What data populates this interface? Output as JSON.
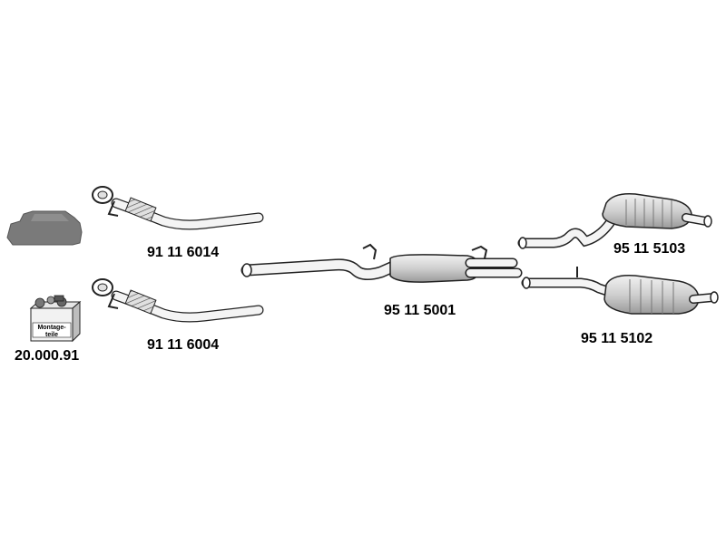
{
  "parts": [
    {
      "id": "front-pipe-upper",
      "number": "91 11 6014"
    },
    {
      "id": "front-pipe-lower",
      "number": "91 11 6004"
    },
    {
      "id": "middle-silencer",
      "number": "95 11 5001"
    },
    {
      "id": "rear-silencer-upper",
      "number": "95 11 5103"
    },
    {
      "id": "rear-silencer-lower",
      "number": "95 11 5102"
    },
    {
      "id": "mounting-kit",
      "number": "20.000.91"
    }
  ],
  "mounting_kit": {
    "box_label_line1": "Montage-",
    "box_label_line2": "teile"
  },
  "colors": {
    "line": "#222222",
    "fill_light": "#e8e8e8",
    "fill_mid": "#bdbdbd",
    "car_silhouette": "#7a7a7a"
  }
}
